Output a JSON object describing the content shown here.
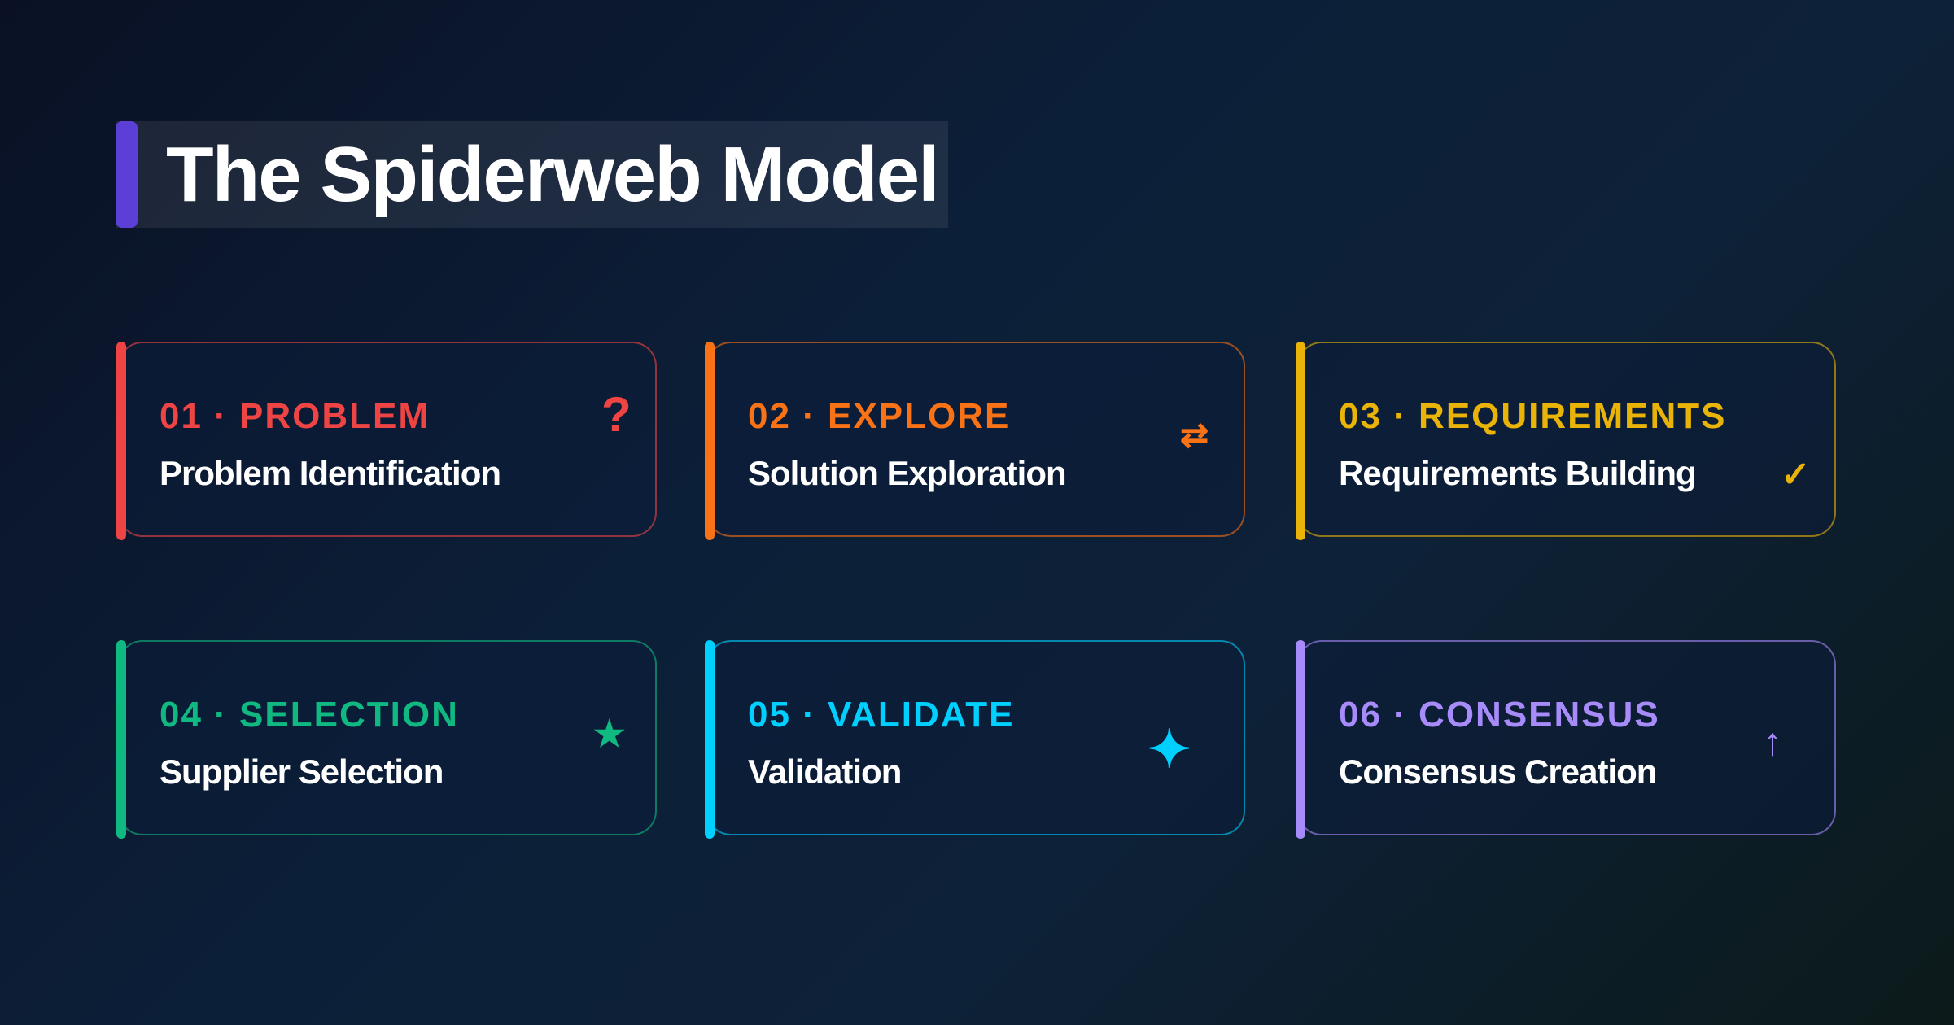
{
  "title": "The Spiderweb Model",
  "cards": [
    {
      "label": "01 · PROBLEM",
      "subtitle": "Problem Identification",
      "icon": "question-icon",
      "glyph": "?",
      "color": "#ef4444"
    },
    {
      "label": "02 · EXPLORE",
      "subtitle": "Solution Exploration",
      "icon": "swap-arrows-icon",
      "glyph": "⇄",
      "color": "#f97316"
    },
    {
      "label": "03 · REQUIREMENTS",
      "subtitle": "Requirements Building",
      "icon": "check-icon",
      "glyph": "✓",
      "color": "#eab308"
    },
    {
      "label": "04 · SELECTION",
      "subtitle": "Supplier Selection",
      "icon": "star-icon",
      "glyph": "★",
      "color": "#10b981"
    },
    {
      "label": "05 · VALIDATE",
      "subtitle": "Validation",
      "icon": "sparkle-icon",
      "glyph": "✦",
      "color": "#00d0ff"
    },
    {
      "label": "06 · CONSENSUS",
      "subtitle": "Consensus Creation",
      "icon": "arrow-up-icon",
      "glyph": "↑",
      "color": "#a78bfa"
    }
  ]
}
